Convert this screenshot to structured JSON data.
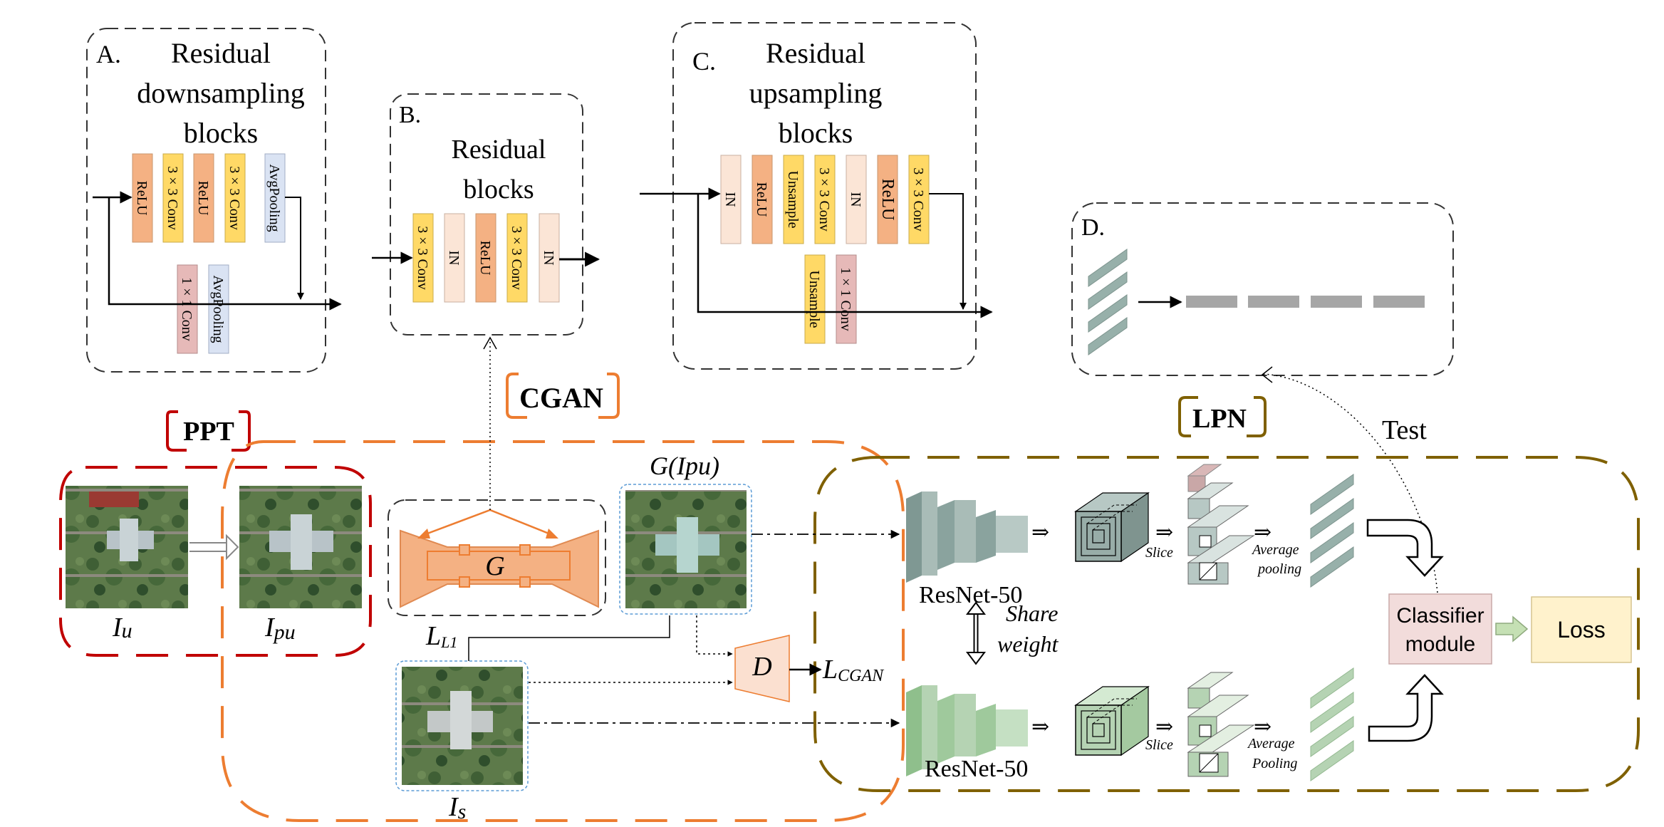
{
  "blockA": {
    "letter": "A.",
    "title_line1": "Residual",
    "title_line2": "downsampling",
    "title_line3": "blocks",
    "layers": [
      "ReLU",
      "3 × 3 Conv",
      "ReLU",
      "3 × 3 Conv",
      "AvgPooling"
    ],
    "shortcut_layers": [
      "1 × 1 Conv",
      "AvgPooling"
    ]
  },
  "blockB": {
    "letter": "B.",
    "title_line1": "Residual",
    "title_line2": "blocks",
    "layers": [
      "3 × 3 Conv",
      "IN",
      "ReLU",
      "3 × 3 Conv",
      "IN"
    ]
  },
  "blockC": {
    "letter": "C.",
    "title_line1": "Residual",
    "title_line2": "upsampling",
    "title_line3": "blocks",
    "layers": [
      "IN",
      "ReLU",
      "Unsample",
      "3 × 3 Conv",
      "IN",
      "ReLU",
      "3 × 3 Conv"
    ],
    "shortcut_layers": [
      "Unsample",
      "1 × 1 Conv"
    ]
  },
  "blockD": {
    "letter": "D."
  },
  "labels": {
    "cgan": "CGAN",
    "ppt": "PPT",
    "lpn": "LPN",
    "test": "Test",
    "iu_main": "I",
    "iu_sub": "u",
    "ipu_main": "I",
    "ipu_sub": "pu",
    "gipu": "G(Ipu)",
    "is_main": "I",
    "is_sub": "s",
    "l1_main": "L",
    "l1_sub": "L1",
    "lcgan_main": "L",
    "lcgan_sub": "CGAN",
    "g": "G",
    "d": "D",
    "resnet_top": "ResNet-50",
    "resnet_bottom": "ResNet-50",
    "share_line1": "Share",
    "share_line2": "weight",
    "slice_top": "Slice",
    "slice_bottom": "Slice",
    "avgpool_top_line1": "Average",
    "avgpool_top_line2": "pooling",
    "avgpool_bottom_line1": "Average",
    "avgpool_bottom_line2": "Pooling",
    "classifier_line1": "Classifier",
    "classifier_line2": "module",
    "loss": "Loss",
    "implies": "⇒"
  },
  "colors": {
    "relu": "#f4b183",
    "conv": "#ffd966",
    "avgpool": "#dae3f3",
    "in": "#fbe5d6",
    "one_by_one": "#e6b9b8",
    "ppt_border": "#c00000",
    "cgan_border": "#ed7d31",
    "lpn_border": "#7f6000",
    "generator": "#f4b183",
    "resnet_top": "#a9bcb7",
    "resnet_bottom": "#b5d3b3",
    "classifier": "#f2dcdb",
    "loss": "#fff2cc"
  }
}
